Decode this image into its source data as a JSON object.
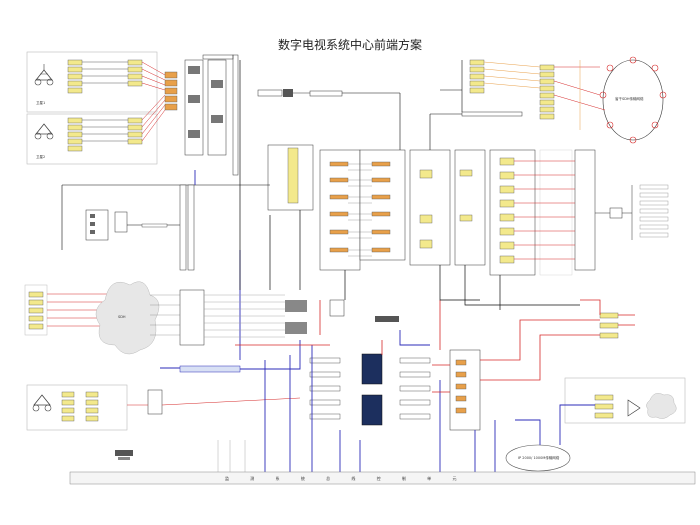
{
  "title": "数字电视系统中心前端方案",
  "labels": {
    "sat_a": "卫星1",
    "sat_b": "卫星2",
    "cloud_left": "SDH",
    "ring": "省干SDH传输网络",
    "ip_cloud": "IP 2000/ 1000M传输网络",
    "bus": "监 测 系 统 总 线 控 制 单 元"
  },
  "colors": {
    "red": "#d62828",
    "blue": "#2b2bb8",
    "black": "#111111",
    "orange": "#e8a04a",
    "yellow": "#f3e98c",
    "gray": "#9a9a9a"
  }
}
